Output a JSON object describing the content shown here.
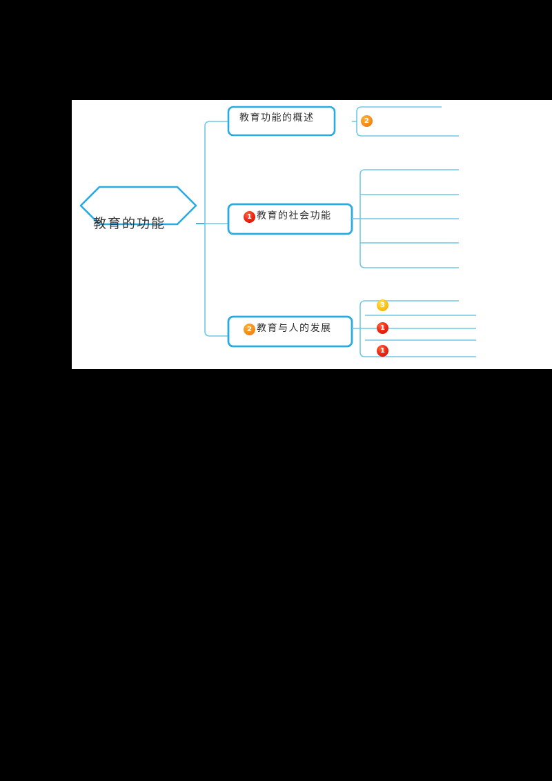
{
  "page": {
    "background_color": "#000000",
    "canvas_color": "#ffffff"
  },
  "mindmap": {
    "theme_color": "#29ABE2",
    "line_color": "#6FC9E8",
    "root": {
      "label": "教育的功能",
      "shape": "hexagon",
      "border_color": "#29ABE2",
      "text_color": "#333333"
    },
    "branches": [
      {
        "label": "教育功能的概述",
        "badge": null,
        "shape": "rounded-rect",
        "border_color": "#29ABE2",
        "children": [
          {
            "badge": {
              "value": "2",
              "color": "#f7941e"
            }
          },
          {
            "badge": null
          }
        ]
      },
      {
        "label": "教育的社会功能",
        "badge": {
          "value": "1",
          "color": "#ef2b16"
        },
        "shape": "rounded-rect",
        "border_color": "#29ABE2",
        "children": [
          {
            "badge": null
          },
          {
            "badge": null
          },
          {
            "badge": null
          },
          {
            "badge": null
          },
          {
            "badge": null
          }
        ]
      },
      {
        "label": "教育与人的发展",
        "badge": {
          "value": "2",
          "color": "#f7941e"
        },
        "shape": "rounded-rect",
        "border_color": "#29ABE2",
        "children": [
          {
            "badge": {
              "value": "3",
              "color": "#fdc716"
            }
          },
          {
            "badge": {
              "value": "1",
              "color": "#ef2b16"
            }
          },
          {
            "badge": {
              "value": "1",
              "color": "#ef2b16"
            }
          }
        ]
      }
    ]
  }
}
